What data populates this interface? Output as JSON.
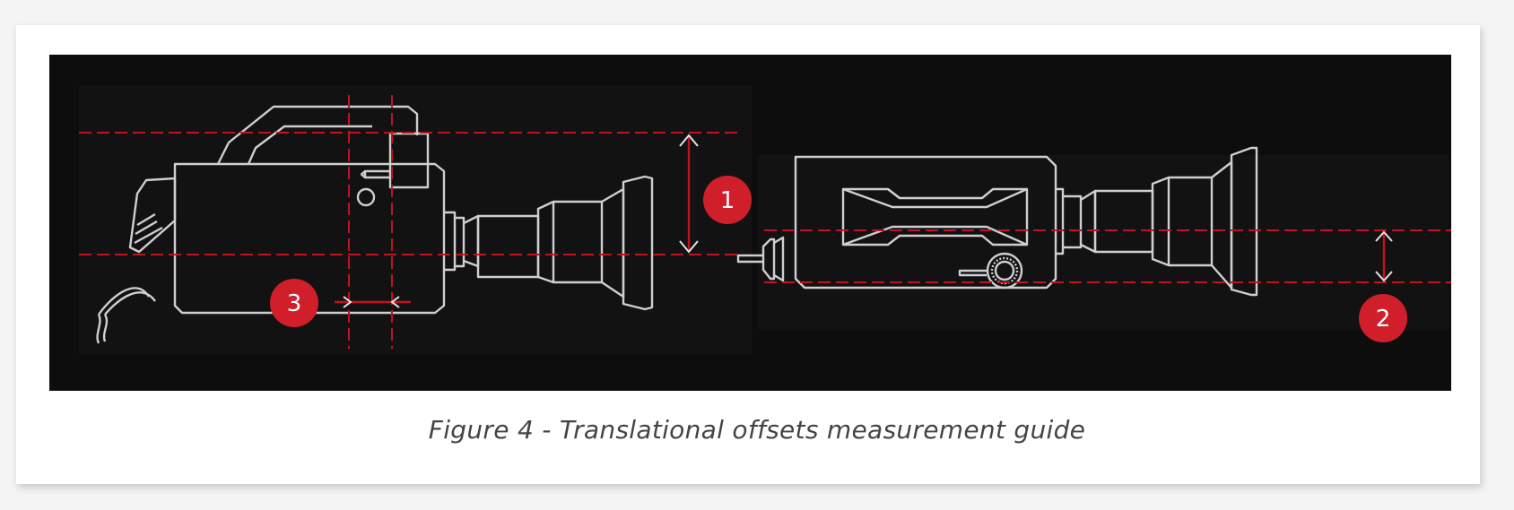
{
  "figure": {
    "caption": "Figure 4 - Translational offsets measurement guide",
    "markers": [
      {
        "label": "1",
        "meaning": ""
      },
      {
        "label": "2",
        "meaning": ""
      },
      {
        "label": "3",
        "meaning": ""
      }
    ]
  },
  "colors": {
    "panel_background": "#0d0d0e",
    "outline": "#cfcfcf",
    "guide_line": "#c1121f",
    "badge": "#d01f2b",
    "caption_text": "#444444"
  },
  "icons": {
    "left_view": "device-side-view-icon",
    "right_view": "device-top-view-icon"
  }
}
